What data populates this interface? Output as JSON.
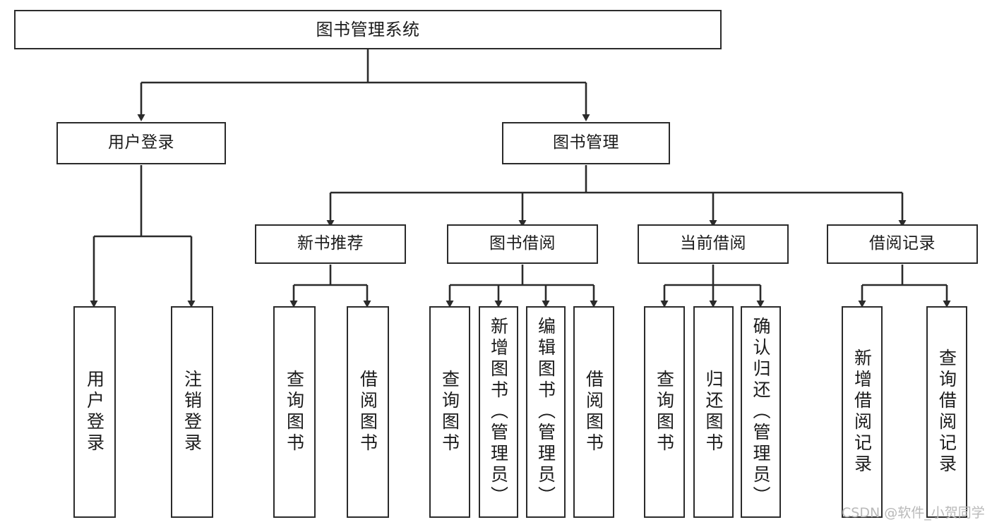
{
  "diagram": {
    "title": "图书管理系统",
    "type": "hierarchy-tree",
    "levels": 4,
    "nodes": {
      "root": {
        "label": "图书管理系统"
      },
      "level2": [
        {
          "id": "user-login",
          "label": "用户登录"
        },
        {
          "id": "book-manage",
          "label": "图书管理"
        }
      ],
      "level3": [
        {
          "id": "new-book-recommend",
          "label": "新书推荐"
        },
        {
          "id": "book-borrow",
          "label": "图书借阅"
        },
        {
          "id": "current-borrow",
          "label": "当前借阅"
        },
        {
          "id": "borrow-record",
          "label": "借阅记录"
        }
      ],
      "leaves": {
        "user-login": [
          {
            "id": "leaf-user-login",
            "label": "用户登录"
          },
          {
            "id": "leaf-logout-login",
            "label": "注销登录"
          }
        ],
        "new-book-recommend": [
          {
            "id": "leaf-query-book-1",
            "label": "查询图书"
          },
          {
            "id": "leaf-borrow-book-1",
            "label": "借阅图书"
          }
        ],
        "book-borrow": [
          {
            "id": "leaf-query-book-2",
            "label": "查询图书"
          },
          {
            "id": "leaf-add-book",
            "label": "新增图书（管理员）"
          },
          {
            "id": "leaf-edit-book",
            "label": "编辑图书（管理员）"
          },
          {
            "id": "leaf-borrow-book-2",
            "label": "借阅图书"
          }
        ],
        "current-borrow": [
          {
            "id": "leaf-query-book-3",
            "label": "查询图书"
          },
          {
            "id": "leaf-return-book",
            "label": "归还图书"
          },
          {
            "id": "leaf-confirm-return",
            "label": "确认归还（管理员）"
          }
        ],
        "borrow-record": [
          {
            "id": "leaf-add-record",
            "label": "新增借阅记录"
          },
          {
            "id": "leaf-query-record",
            "label": "查询借阅记录"
          }
        ]
      }
    },
    "colors": {
      "box_border": "#2b2b2b",
      "box_fill": "#ffffff",
      "edge": "#2b2b2b",
      "text": "#1b1b1b",
      "watermark": "#b9b9b9"
    }
  },
  "watermark": {
    "text": "CSDN @软件_小贺同学"
  }
}
